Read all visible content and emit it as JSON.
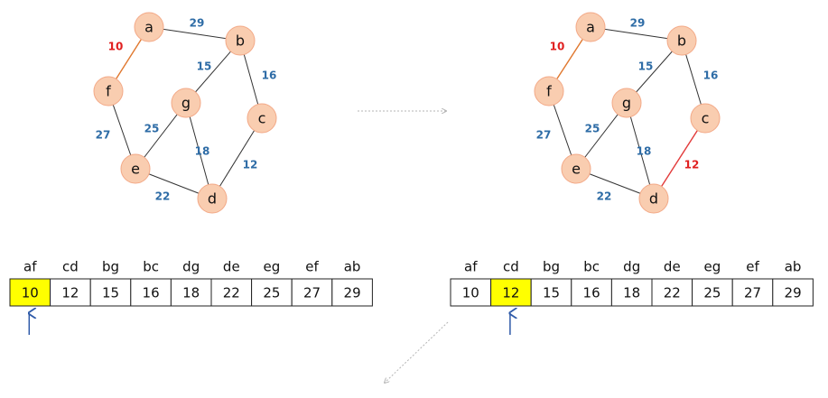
{
  "colors": {
    "node_fill": "#f9cdb0",
    "node_stroke": "#f3a987",
    "edge_default": "#333333",
    "edge_selected": "#e0782f",
    "edge_selected_new": "#e23b3b",
    "label_default": "#2e6ca6",
    "label_selected": "#e02020",
    "highlight_cell": "#ffff00",
    "arrow": "#2e5aa8",
    "dashed_arrow": "#b5b5b5"
  },
  "graphs": [
    {
      "nodes": [
        "a",
        "b",
        "c",
        "d",
        "e",
        "f",
        "g"
      ],
      "edges": [
        {
          "u": "a",
          "v": "b",
          "w": "29",
          "state": "default"
        },
        {
          "u": "a",
          "v": "f",
          "w": "10",
          "state": "selected"
        },
        {
          "u": "b",
          "v": "g",
          "w": "15",
          "state": "default"
        },
        {
          "u": "b",
          "v": "c",
          "w": "16",
          "state": "default"
        },
        {
          "u": "f",
          "v": "e",
          "w": "27",
          "state": "default"
        },
        {
          "u": "g",
          "v": "e",
          "w": "25",
          "state": "default"
        },
        {
          "u": "g",
          "v": "d",
          "w": "18",
          "state": "default"
        },
        {
          "u": "c",
          "v": "d",
          "w": "12",
          "state": "default"
        },
        {
          "u": "e",
          "v": "d",
          "w": "22",
          "state": "default"
        }
      ]
    },
    {
      "nodes": [
        "a",
        "b",
        "c",
        "d",
        "e",
        "f",
        "g"
      ],
      "edges": [
        {
          "u": "a",
          "v": "b",
          "w": "29",
          "state": "default"
        },
        {
          "u": "a",
          "v": "f",
          "w": "10",
          "state": "selected"
        },
        {
          "u": "b",
          "v": "g",
          "w": "15",
          "state": "default"
        },
        {
          "u": "b",
          "v": "c",
          "w": "16",
          "state": "default"
        },
        {
          "u": "f",
          "v": "e",
          "w": "27",
          "state": "default"
        },
        {
          "u": "g",
          "v": "e",
          "w": "25",
          "state": "default"
        },
        {
          "u": "g",
          "v": "d",
          "w": "18",
          "state": "default"
        },
        {
          "u": "c",
          "v": "d",
          "w": "12",
          "state": "selected_new"
        },
        {
          "u": "e",
          "v": "d",
          "w": "22",
          "state": "default"
        }
      ]
    }
  ],
  "tables": [
    {
      "headers": [
        "af",
        "cd",
        "bg",
        "bc",
        "dg",
        "de",
        "eg",
        "ef",
        "ab"
      ],
      "values": [
        "10",
        "12",
        "15",
        "16",
        "18",
        "22",
        "25",
        "27",
        "29"
      ],
      "highlight_index": 0
    },
    {
      "headers": [
        "af",
        "cd",
        "bg",
        "bc",
        "dg",
        "de",
        "eg",
        "ef",
        "ab"
      ],
      "values": [
        "10",
        "12",
        "15",
        "16",
        "18",
        "22",
        "25",
        "27",
        "29"
      ],
      "highlight_index": 1
    }
  ]
}
